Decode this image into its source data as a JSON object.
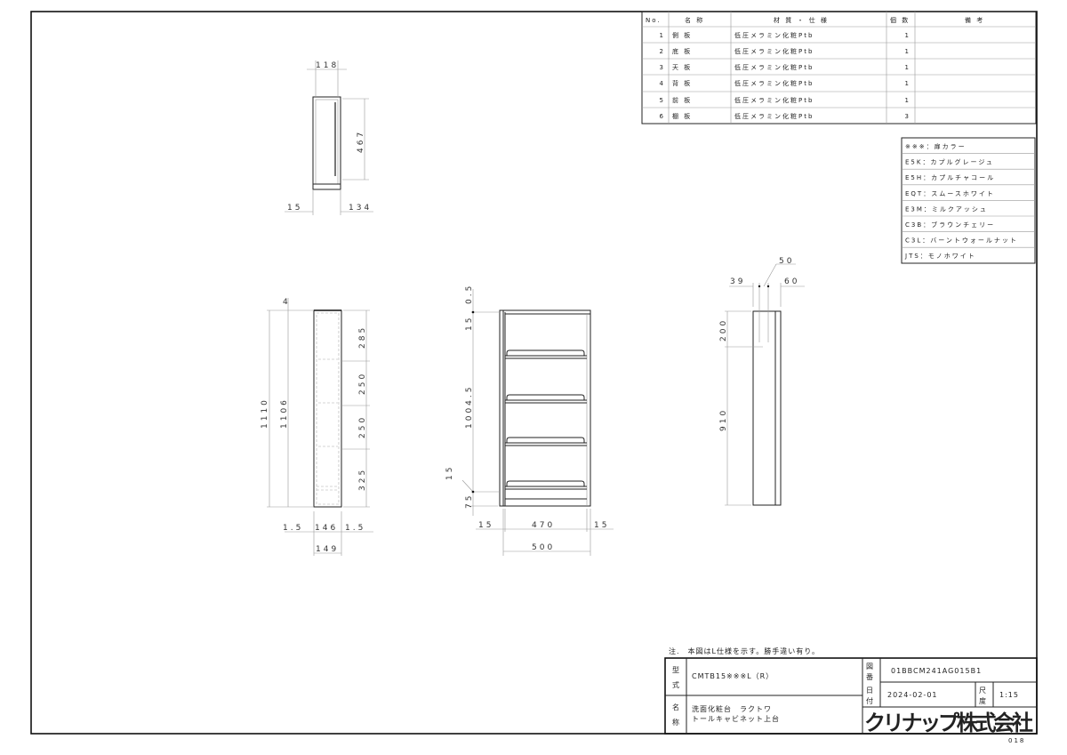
{
  "parts_table": {
    "headers": [
      "No.",
      "名 称",
      "材 質 ・ 仕 様",
      "個 数",
      "備 考"
    ],
    "rows": [
      {
        "no": "1",
        "name": "側 板",
        "material": "低圧メラミン化粧Ptb",
        "qty": "1",
        "note": ""
      },
      {
        "no": "2",
        "name": "底 板",
        "material": "低圧メラミン化粧Ptb",
        "qty": "1",
        "note": ""
      },
      {
        "no": "3",
        "name": "天 板",
        "material": "低圧メラミン化粧Ptb",
        "qty": "1",
        "note": ""
      },
      {
        "no": "4",
        "name": "背 板",
        "material": "低圧メラミン化粧Ptb",
        "qty": "1",
        "note": ""
      },
      {
        "no": "5",
        "name": "前 板",
        "material": "低圧メラミン化粧Ptb",
        "qty": "1",
        "note": ""
      },
      {
        "no": "6",
        "name": "棚 板",
        "material": "低圧メラミン化粧Ptb",
        "qty": "3",
        "note": ""
      }
    ]
  },
  "color_table": [
    "※※※：扉カラー",
    "E5K：カプルグレージュ",
    "E5H：カプルチャコール",
    "EQT：スムースホワイト",
    "E3M：ミルクアッシュ",
    "C3B：ブラウンチェリー",
    "C3L：バーントウォールナット",
    "JTS：モノホワイト"
  ],
  "views": {
    "top": {
      "width": "118",
      "depth": "467",
      "left": "15",
      "right": "134"
    },
    "side_section": {
      "h_total": "1110",
      "h_inner": "1106",
      "top_gap": "4",
      "spacing": [
        "285",
        "250",
        "250",
        "325"
      ],
      "bottom": [
        "1.5",
        "146",
        "1.5"
      ],
      "bottom_total": "149"
    },
    "front": {
      "left_dims": [
        "0.5",
        "15",
        "1004.5",
        "15",
        "75"
      ],
      "bottom": [
        "15",
        "470",
        "15"
      ],
      "bottom_total": "500"
    },
    "side": {
      "top": [
        "39",
        "50",
        "60"
      ],
      "left": [
        "200",
        "910"
      ]
    }
  },
  "title_block": {
    "note": "注.　本図はL仕様を示す。勝手違い有り。",
    "model_label": "型式",
    "model": "CMTB15※※※L（R）",
    "name_label": "名称",
    "name_line1": "洗面化粧台　ラクトワ",
    "name_line2": "トールキャビネット上台",
    "drawing_no_label": "図番",
    "drawing_no": "01BBCM241AG015B1",
    "date_label": "日付",
    "date": "2024-02-01",
    "scale_label": "尺度",
    "scale": "1:15",
    "company": "クリナップ株式会社"
  },
  "page_number": "018"
}
